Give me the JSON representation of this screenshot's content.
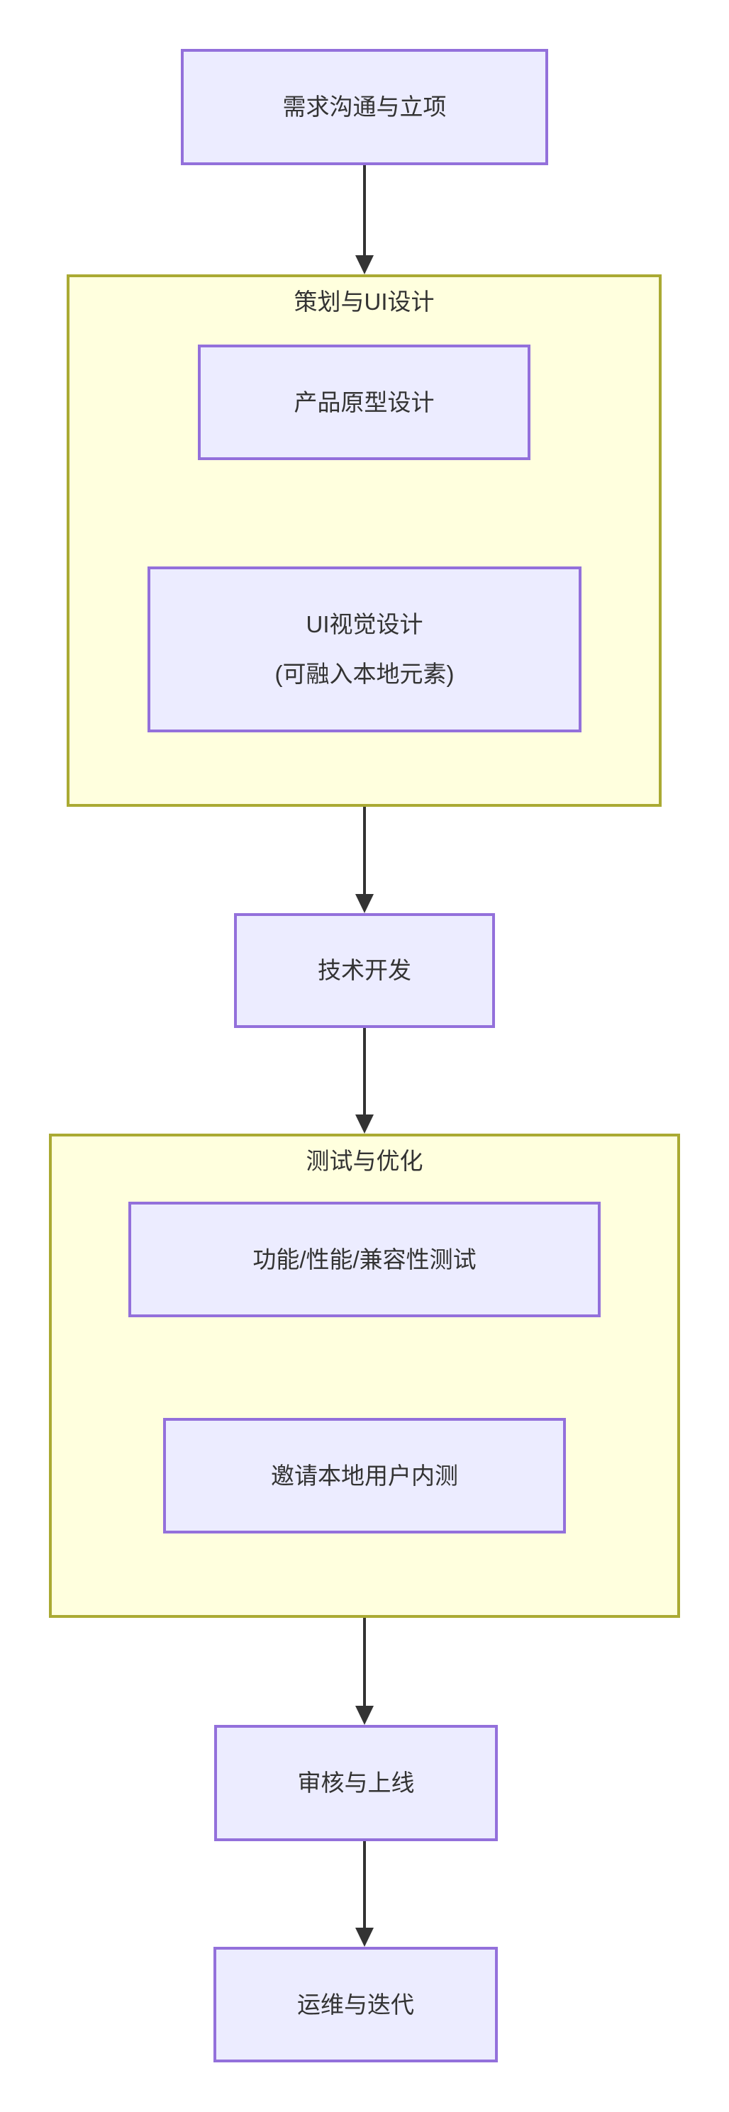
{
  "diagram": {
    "type": "flowchart",
    "direction": "top-down",
    "nodes": {
      "requirements": {
        "label": "需求沟通与立项"
      },
      "prototype": {
        "label": "产品原型设计"
      },
      "ui_visual": {
        "lines": [
          "UI视觉设计",
          "(可融入本地元素)"
        ]
      },
      "development": {
        "label": "技术开发"
      },
      "testing": {
        "label": "功能/性能/兼容性测试"
      },
      "beta": {
        "label": "邀请本地用户内测"
      },
      "review_launch": {
        "label": "审核与上线"
      },
      "ops_iteration": {
        "label": "运维与迭代"
      }
    },
    "clusters": {
      "planning": {
        "title": "策划与UI设计",
        "children": [
          "prototype",
          "ui_visual"
        ]
      },
      "testing_opt": {
        "title": "测试与优化",
        "children": [
          "testing",
          "beta"
        ]
      }
    },
    "edges": [
      {
        "from": "requirements",
        "to": "planning"
      },
      {
        "from": "planning",
        "to": "development"
      },
      {
        "from": "development",
        "to": "testing_opt"
      },
      {
        "from": "testing_opt",
        "to": "review_launch"
      },
      {
        "from": "review_launch",
        "to": "ops_iteration"
      }
    ],
    "colors": {
      "node_fill": "#ECECFF",
      "node_border": "#9370DB",
      "cluster_fill": "#FFFFDE",
      "cluster_border": "#AAAA33",
      "edge": "#333333",
      "text": "#333333",
      "background": "#FFFFFF"
    }
  }
}
